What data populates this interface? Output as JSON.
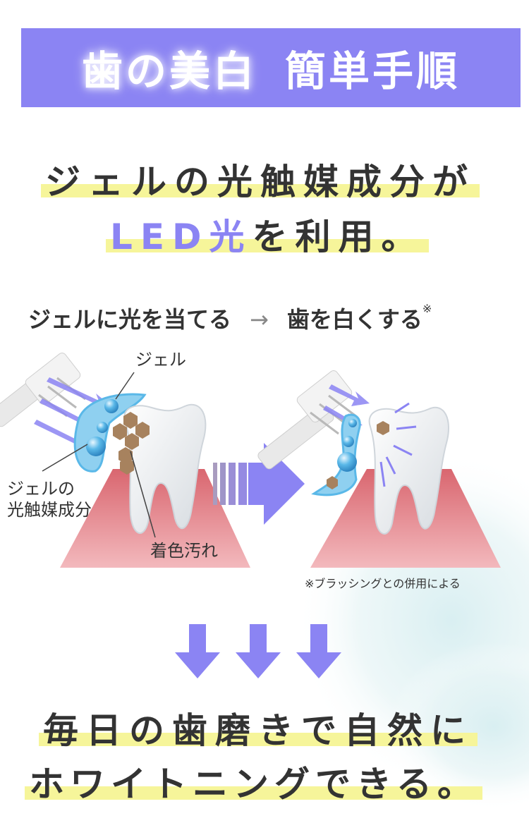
{
  "header": {
    "title_part1": "歯の美白",
    "title_part2": "簡単手順"
  },
  "headline": {
    "line1": "ジェルの光触媒成分が",
    "line2_accent": "LED光",
    "line2_rest": "を利用。"
  },
  "flow": {
    "before": "ジェルに光を当てる",
    "arrow": "→",
    "after": "歯を白くする",
    "asterisk": "※"
  },
  "diagram": {
    "label_gel": "ジェル",
    "label_catalyst_line1": "ジェルの",
    "label_catalyst_line2": "光触媒成分",
    "label_stain": "着色汚れ",
    "footnote": "※ブラッシングとの併用による"
  },
  "conclusion": {
    "line1": "毎日の歯磨きで自然に",
    "line2": "ホワイトニングできる。"
  },
  "colors": {
    "banner": "#8b84f3",
    "accent": "#8b84f3",
    "highlight": "#f6f59a",
    "gum": "#e07f86",
    "stain": "#a7825e",
    "gel": "#5ab8e8"
  }
}
